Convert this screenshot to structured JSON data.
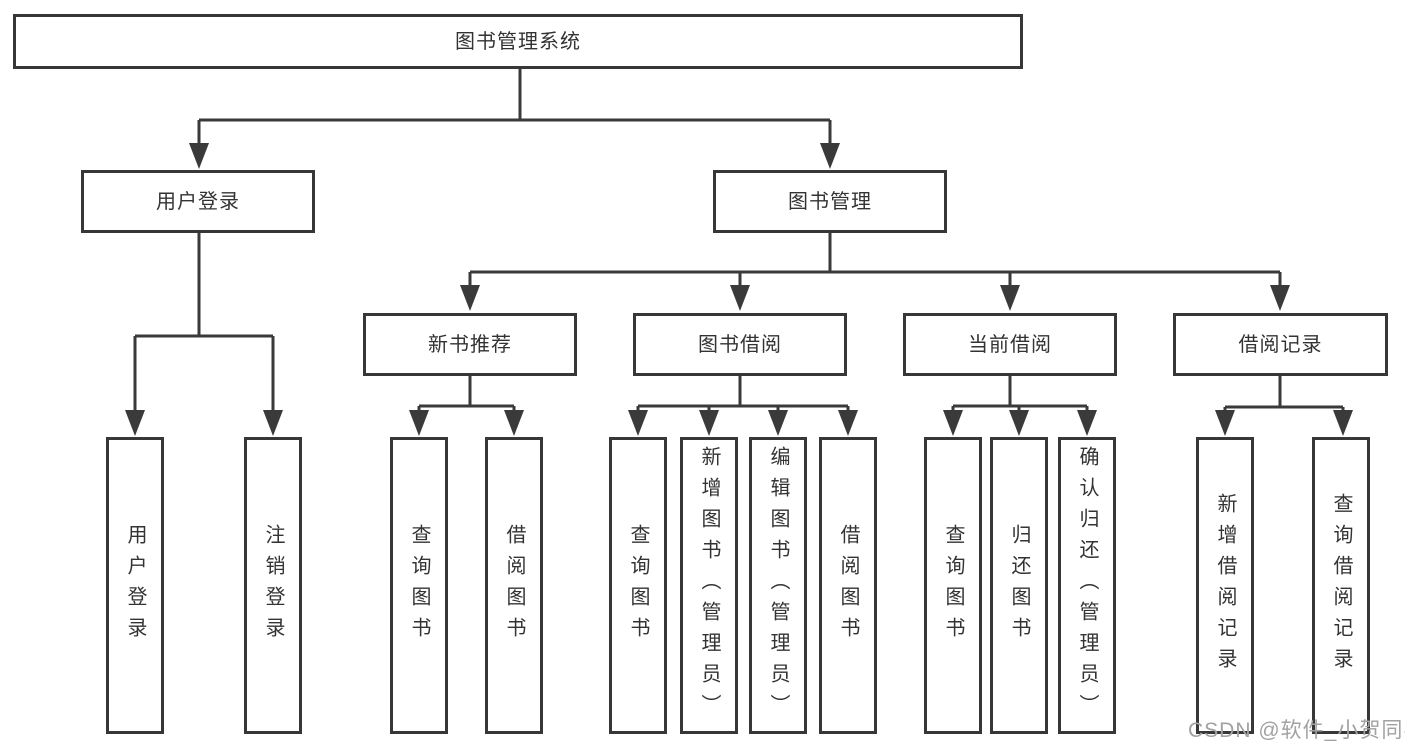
{
  "tree": {
    "label": "图书管理系统",
    "children": [
      {
        "label": "用户登录",
        "children": [
          {
            "label": "用户登录"
          },
          {
            "label": "注销登录"
          }
        ]
      },
      {
        "label": "图书管理",
        "children": [
          {
            "label": "新书推荐",
            "children": [
              {
                "label": "查询图书"
              },
              {
                "label": "借阅图书"
              }
            ]
          },
          {
            "label": "图书借阅",
            "children": [
              {
                "label": "查询图书"
              },
              {
                "label": "新增图书（管理员）"
              },
              {
                "label": "编辑图书（管理员）"
              },
              {
                "label": "借阅图书"
              }
            ]
          },
          {
            "label": "当前借阅",
            "children": [
              {
                "label": "查询图书"
              },
              {
                "label": "归还图书"
              },
              {
                "label": "确认归还（管理员）"
              }
            ]
          },
          {
            "label": "借阅记录",
            "children": [
              {
                "label": "新增借阅记录"
              },
              {
                "label": "查询借阅记录"
              }
            ]
          }
        ]
      }
    ]
  },
  "watermark": {
    "text": "CSDN @软件_小贺同学"
  },
  "colors": {
    "line": "#3a3a3a",
    "border": "#373737",
    "text": "#333333",
    "watermark": "#a2a2a2",
    "background": "#ffffff"
  }
}
